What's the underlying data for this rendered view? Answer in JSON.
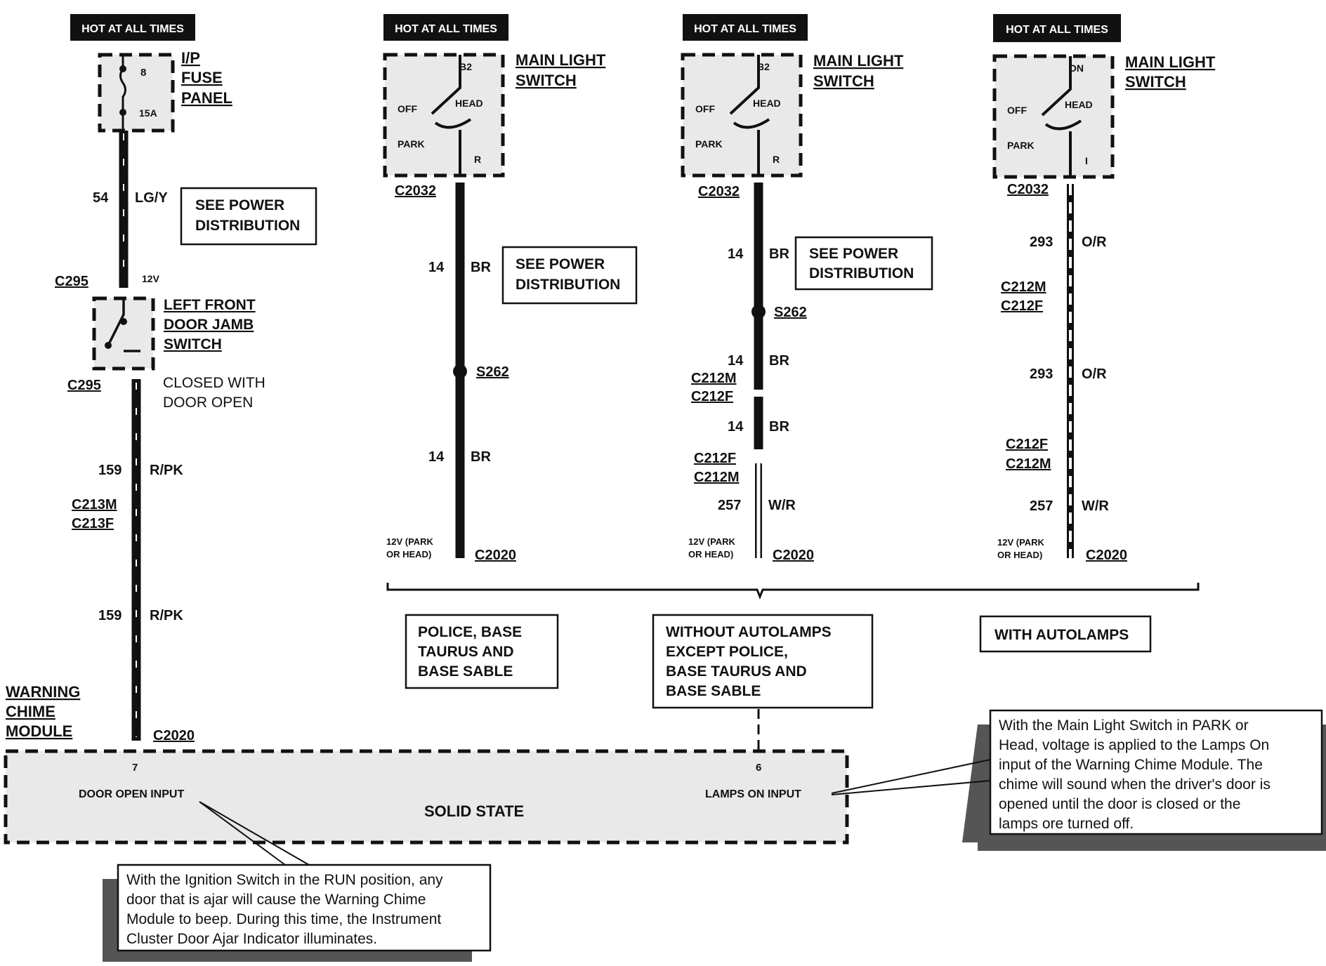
{
  "hot_at_all_times": "HOT AT ALL TIMES",
  "col1": {
    "fuse_num": "8",
    "fuse_amp": "15A",
    "fuse_label_1": "I/P",
    "fuse_label_2": "FUSE",
    "fuse_label_3": "PANEL",
    "wire1_num": "54",
    "wire1_color": "LG/Y",
    "c295_top": "C295",
    "v12": "12V",
    "switch_label_1": "LEFT FRONT",
    "switch_label_2": "DOOR JAMB",
    "switch_label_3": "SWITCH",
    "c295_bot": "C295",
    "closed_1": "CLOSED WITH",
    "closed_2": "DOOR OPEN",
    "wire2_num": "159",
    "wire2_color": "R/PK",
    "c213m": "C213M",
    "c213f": "C213F",
    "wire3_num": "159",
    "wire3_color": "R/PK",
    "c2020": "C2020",
    "module_label_1": "WARNING",
    "module_label_2": "CHIME",
    "module_label_3": "MODULE"
  },
  "see_power_1": "SEE POWER",
  "see_power_2": "DISTRIBUTION",
  "switch": {
    "label_1": "MAIN LIGHT",
    "label_2": "SWITCH",
    "off": "OFF",
    "head": "HEAD",
    "park": "PARK",
    "b2": "B2",
    "r": "R",
    "on": "ON",
    "i": "I",
    "c2032": "C2032"
  },
  "col2": {
    "w1_num": "14",
    "w1_color": "BR",
    "s262": "S262",
    "w2_num": "14",
    "w2_color": "BR",
    "v12_1": "12V (PARK",
    "v12_2": "OR HEAD)",
    "c2020": "C2020"
  },
  "col3": {
    "w1_num": "14",
    "w1_color": "BR",
    "s262": "S262",
    "w2_num": "14",
    "w2_color": "BR",
    "c212m_a": "C212M",
    "c212f_a": "C212F",
    "w3_num": "14",
    "w3_color": "BR",
    "c212f_b": "C212F",
    "c212m_b": "C212M",
    "w4_num": "257",
    "w4_color": "W/R",
    "v12_1": "12V (PARK",
    "v12_2": "OR HEAD)",
    "c2020": "C2020"
  },
  "col4": {
    "w1_num": "293",
    "w1_color": "O/R",
    "c212m_a": "C212M",
    "c212f_a": "C212F",
    "w2_num": "293",
    "w2_color": "O/R",
    "c212f_b": "C212F",
    "c212m_b": "C212M",
    "w3_num": "257",
    "w3_color": "W/R",
    "v12_1": "12V (PARK",
    "v12_2": "OR HEAD)",
    "c2020": "C2020"
  },
  "variant_police": [
    "POLICE, BASE",
    "TAURUS AND",
    "BASE SABLE"
  ],
  "variant_without": [
    "WITHOUT AUTOLAMPS",
    "EXCEPT POLICE,",
    "BASE TAURUS AND",
    "BASE SABLE"
  ],
  "variant_with": "WITH AUTOLAMPS",
  "module": {
    "pin7": "7",
    "door_open_input": "DOOR OPEN INPUT",
    "solid_state": "SOLID STATE",
    "pin6": "6",
    "lamps_on_input": "LAMPS ON INPUT"
  },
  "note_right": [
    "With the Main Light Switch in PARK or",
    "Head, voltage is applied to the Lamps On",
    "input of the Warning Chime Module.  The",
    "chime will sound when the driver's door is",
    "opened until the door is closed or the",
    "lamps ore turned off."
  ],
  "note_left": [
    "With the Ignition Switch in the RUN position, any",
    "door that is ajar will cause the Warning Chime",
    "Module to beep. During this time, the Instrument",
    "Cluster Door Ajar Indicator illuminates."
  ]
}
